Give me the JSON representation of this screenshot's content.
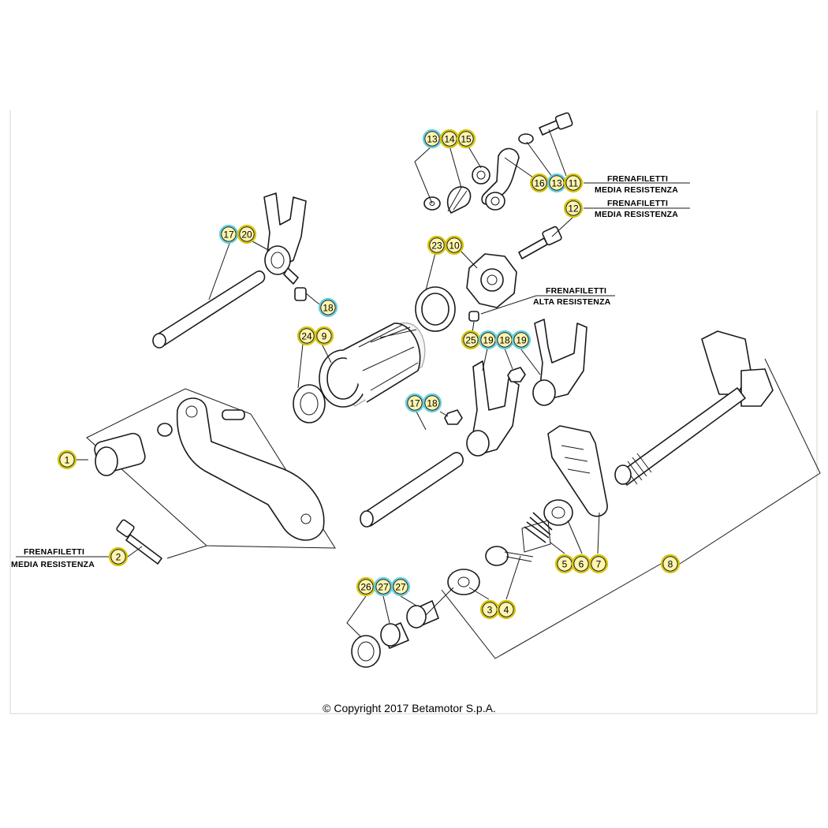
{
  "colors": {
    "yellow": "#fdf5b0",
    "cyan_ring": "#5fd0e8",
    "yellow_ring": "#d8c500",
    "line": "#1a1a1a"
  },
  "callouts": [
    {
      "label": "13",
      "style": "cyan"
    },
    {
      "label": "14",
      "style": "yellow"
    },
    {
      "label": "15",
      "style": "yellow"
    },
    {
      "label": "16",
      "style": "yellow"
    },
    {
      "label": "13",
      "style": "cyan"
    },
    {
      "label": "11",
      "style": "yellow"
    },
    {
      "label": "12",
      "style": "yellow"
    },
    {
      "label": "17",
      "style": "cyan"
    },
    {
      "label": "20",
      "style": "yellow"
    },
    {
      "label": "18",
      "style": "cyan"
    },
    {
      "label": "23",
      "style": "yellow"
    },
    {
      "label": "10",
      "style": "yellow"
    },
    {
      "label": "24",
      "style": "yellow"
    },
    {
      "label": "9",
      "style": "yellow"
    },
    {
      "label": "25",
      "style": "yellow"
    },
    {
      "label": "19",
      "style": "cyan"
    },
    {
      "label": "18",
      "style": "cyan"
    },
    {
      "label": "19",
      "style": "cyan"
    },
    {
      "label": "17",
      "style": "cyan"
    },
    {
      "label": "18",
      "style": "cyan"
    },
    {
      "label": "1",
      "style": "yellow"
    },
    {
      "label": "2",
      "style": "yellow"
    },
    {
      "label": "5",
      "style": "yellow"
    },
    {
      "label": "6",
      "style": "yellow"
    },
    {
      "label": "7",
      "style": "yellow"
    },
    {
      "label": "8",
      "style": "yellow"
    },
    {
      "label": "3",
      "style": "yellow"
    },
    {
      "label": "4",
      "style": "yellow"
    },
    {
      "label": "26",
      "style": "yellow"
    },
    {
      "label": "27",
      "style": "cyan"
    },
    {
      "label": "27",
      "style": "cyan"
    }
  ],
  "notes": [
    {
      "line1": "FRENAFILETTI",
      "line2": "MEDIA RESISTENZA"
    },
    {
      "line1": "FRENAFILETTI",
      "line2": "MEDIA RESISTENZA"
    },
    {
      "line1": "FRENAFILETTI",
      "line2": "ALTA RESISTENZA"
    },
    {
      "line1": "FRENAFILETTI",
      "line2": "MEDIA RESISTENZA"
    }
  ],
  "copyright": "© Copyright 2017 Betamotor S.p.A."
}
